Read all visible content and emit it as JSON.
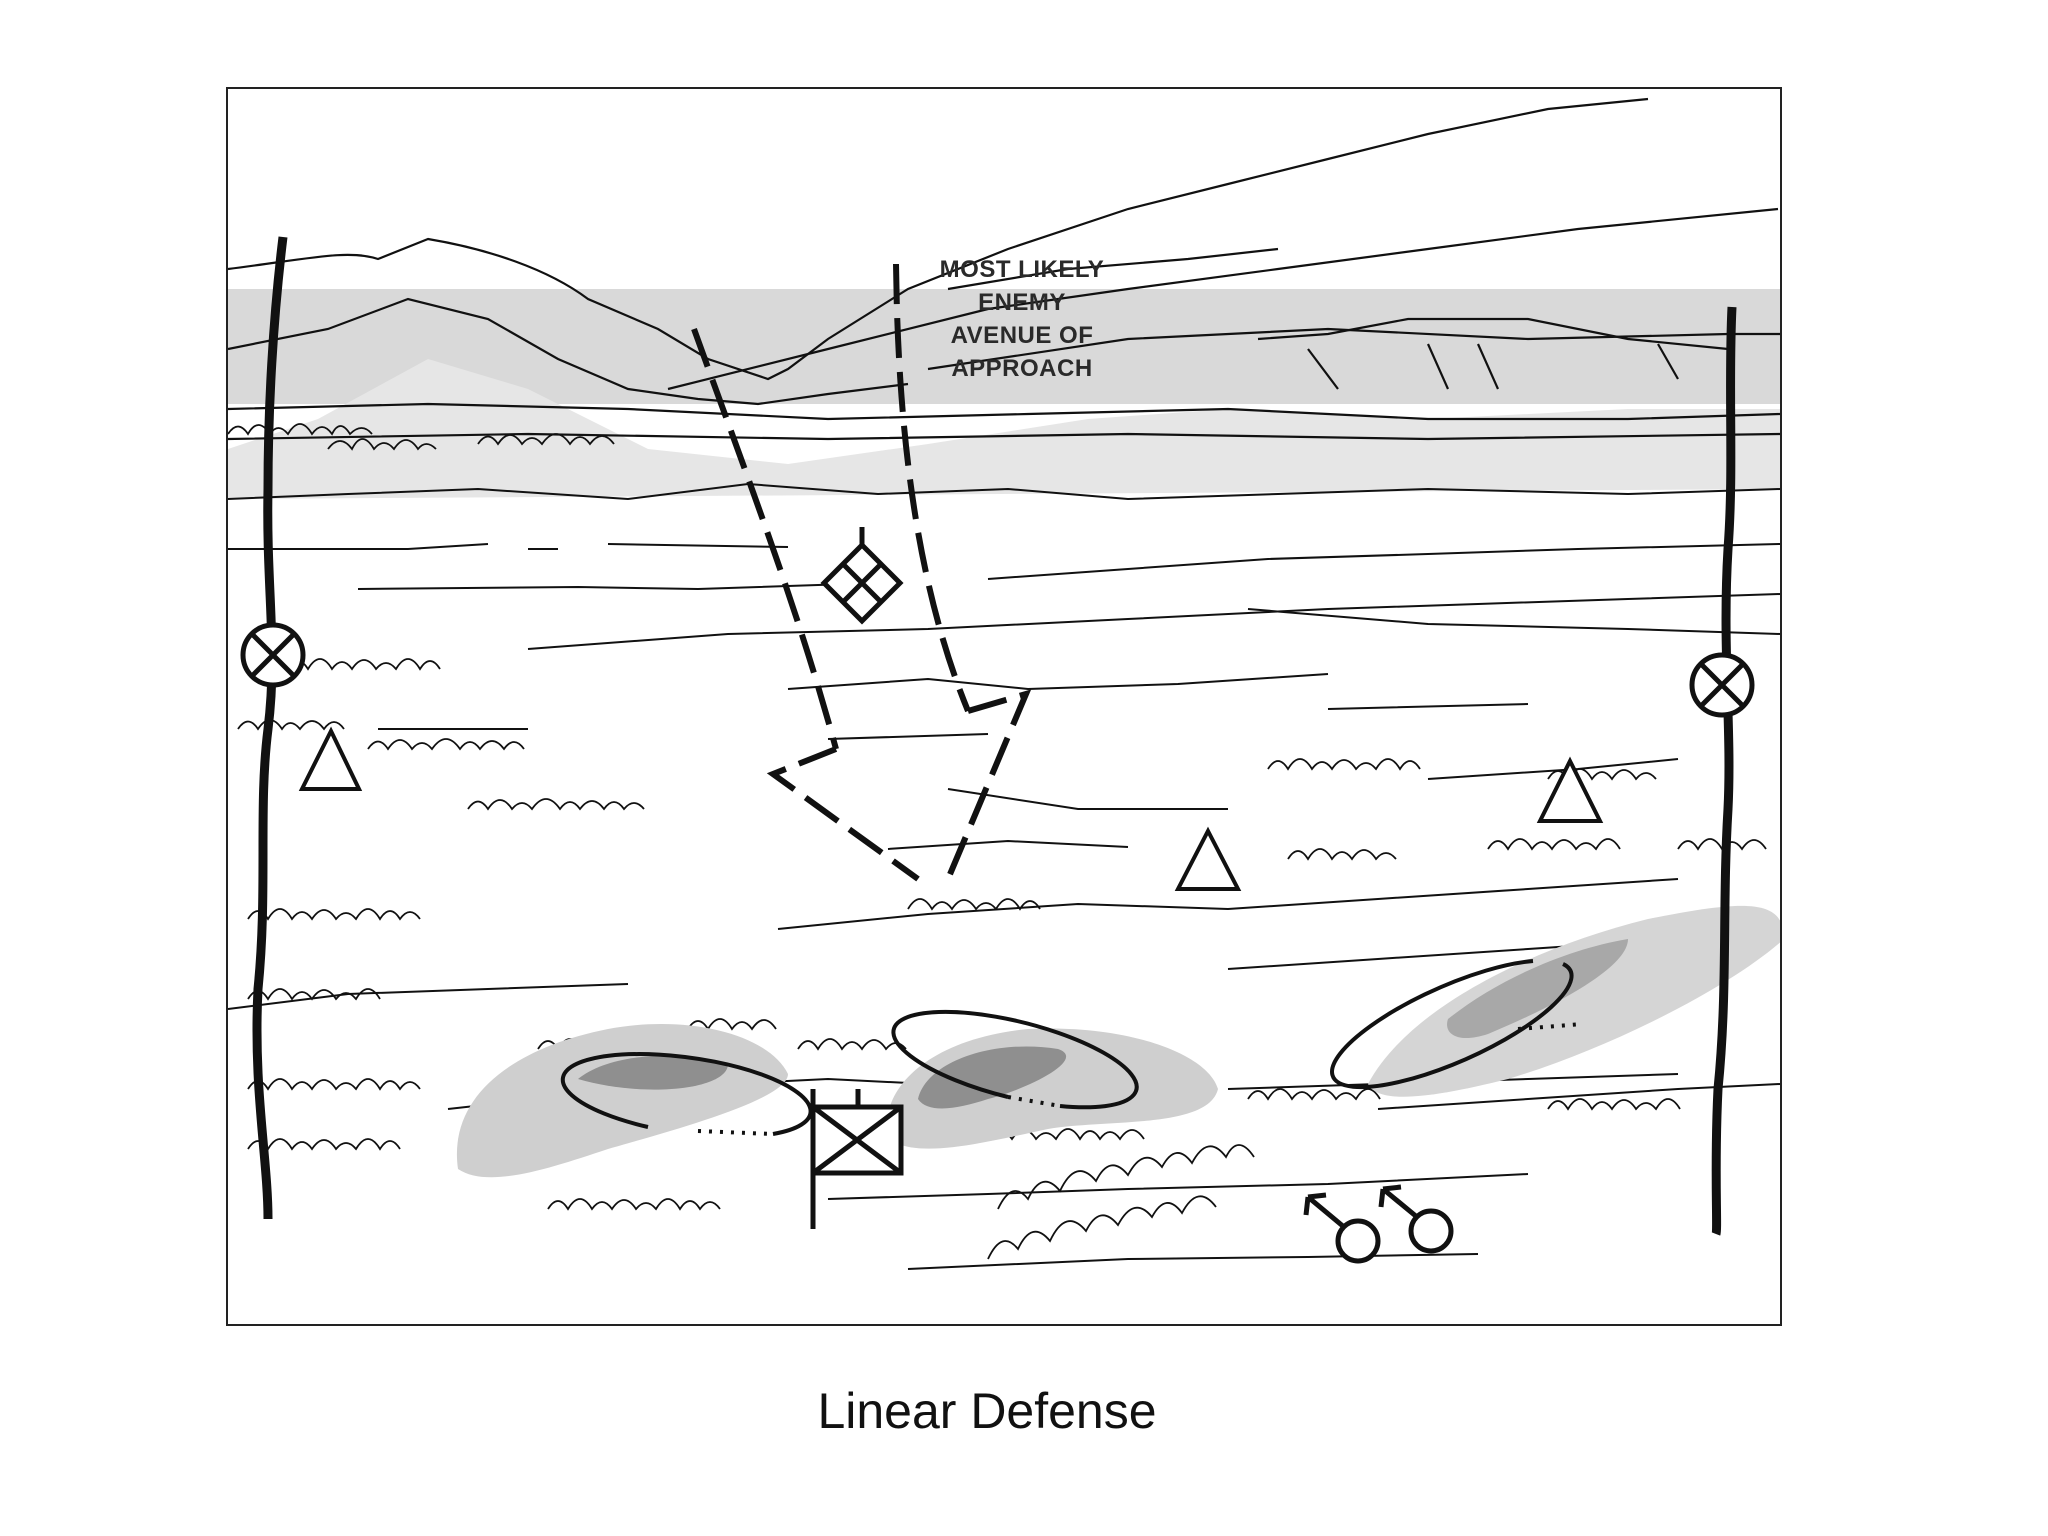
{
  "callout": {
    "lines": [
      "MOST LIKELY",
      "ENEMY",
      "AVENUE OF",
      "APPROACH"
    ]
  },
  "caption": "Linear Defense",
  "colors": {
    "ink": "#111111",
    "sky_band": "#d9d9d9",
    "fire_zone_light": "#cccccc",
    "fire_zone_dark": "#8f8f8f"
  },
  "symbols": {
    "contact_point": "circled-x-symbol",
    "observation_post": "triangle-symbol",
    "target_reference": "diamond-grid-symbol",
    "command_post": "flag-x-box-symbol",
    "engagement_area": "ellipse-symbol",
    "personnel": "male-arrow-symbol"
  }
}
